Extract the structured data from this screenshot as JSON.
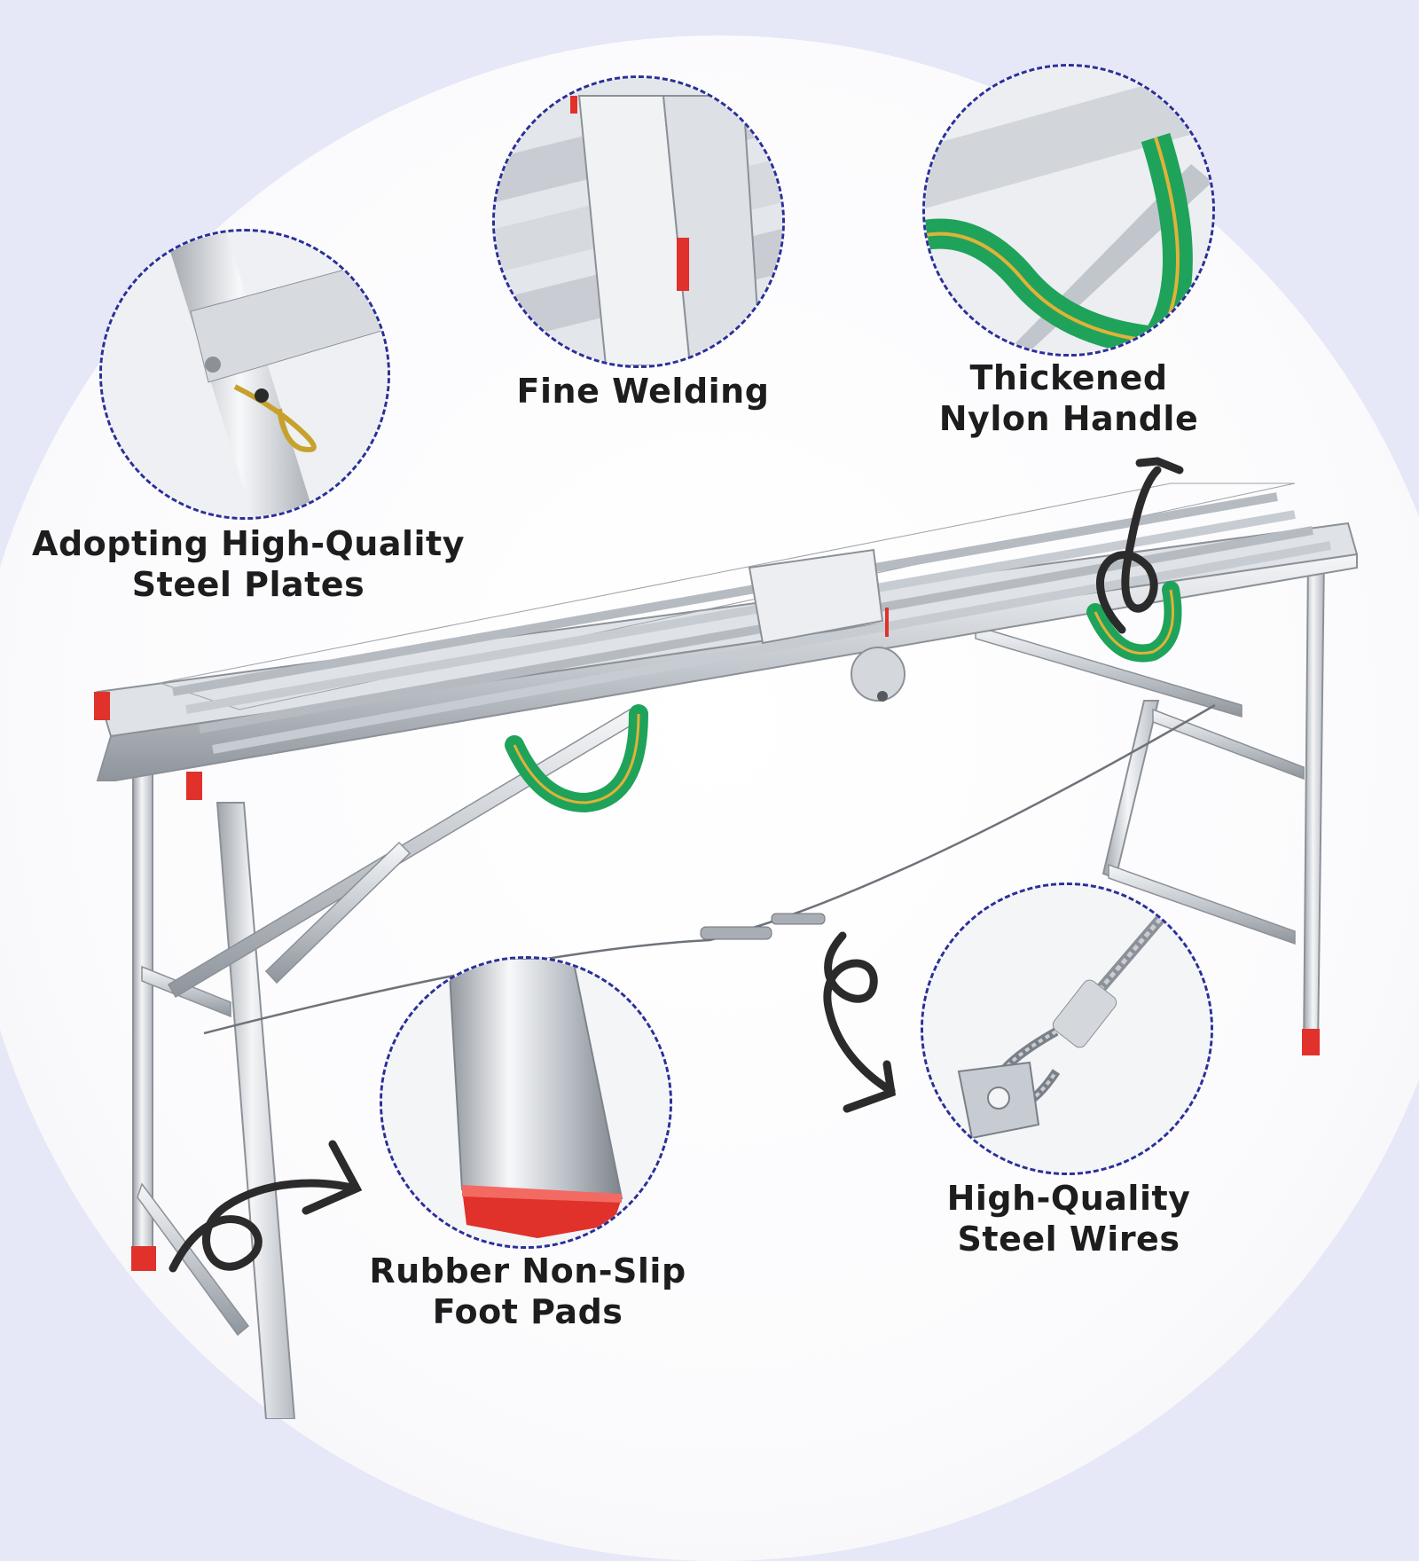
{
  "callouts": {
    "steel_plates": {
      "line1": "Adopting High-Quality",
      "line2": "Steel Plates",
      "icon": "welded-joint-with-pin-icon"
    },
    "fine_welding": {
      "line1": "Fine Welding",
      "icon": "weld-seam-icon"
    },
    "nylon_handle": {
      "line1": "Thickened",
      "line2": "Nylon Handle",
      "icon": "nylon-strap-icon"
    },
    "foot_pads": {
      "line1": "Rubber Non-Slip",
      "line2": "Foot Pads",
      "icon": "rubber-foot-pad-icon"
    },
    "steel_wires": {
      "line1": "High-Quality",
      "line2": "Steel Wires",
      "icon": "steel-wire-cable-icon"
    }
  },
  "colors": {
    "dash_border": "#2a2f9a",
    "strap_green": "#1fa35a",
    "strap_stripe": "#e0b23a",
    "foot_red": "#e0312b",
    "steel": "#c9cdd3"
  }
}
